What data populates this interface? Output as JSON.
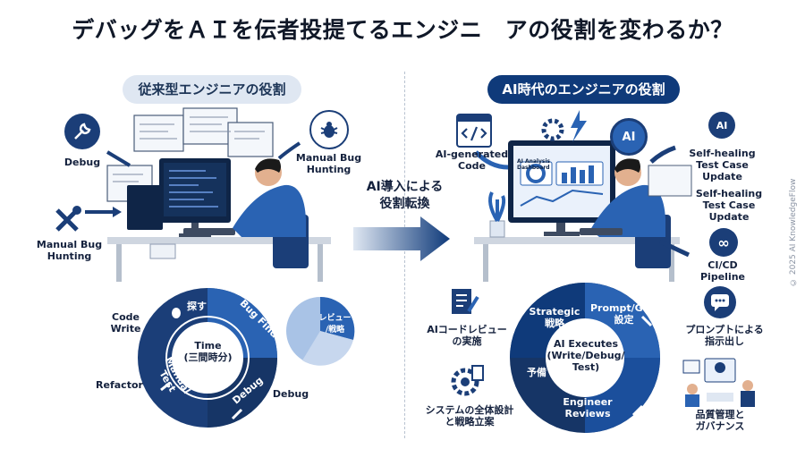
{
  "title": "デバッグをＡＩを伝者投提てるエンジニ　アの役割を変わるか？",
  "left_panel": {
    "header": "従来型エンジニアの役割",
    "labels": {
      "debug": "Debug",
      "manual_bug_hunting_right": "Manual Bug\nHunting",
      "manual_bug_hunting_left": "Manual Bug\nHunting"
    },
    "cycle": {
      "center": "Time\n(三間時分)",
      "segments": [
        "探す",
        "Bug Find",
        "Debug",
        "Manual Test"
      ],
      "outside": {
        "code_write": "Code\nWrite",
        "refactor": "Refactor",
        "debug": "Debug"
      },
      "pie_label": "レビュー\n/戦略"
    }
  },
  "transition": "AI導入による\n役割転換",
  "right_panel": {
    "header": "AI時代のエンジニアの役割",
    "labels": {
      "ai_generated_code": "AI-generated\nCode",
      "self_healing_1": "Self-healing\nTest Case Update",
      "self_healing_2": "Self-healing\nTest Case\nUpdate",
      "cicd": "CI/CD\nPipeline",
      "dashboard": "AI Analysis Dashboard",
      "ai_badge": "AI"
    },
    "cycle": {
      "center": "AI Executes\n(Write/Debug/\nTest)",
      "segments": [
        "Strategic\n戦略",
        "Prompt/Goal\n設定",
        "Engineer\nReviews",
        "予備"
      ],
      "outside": {
        "ai_review": "AIコードレビュー\nの実施",
        "system_design": "システムの全体設計\nと戦略立案",
        "prompt_instruction": "プロンプトによる\n指示出し",
        "quality": "品質管理と\nガバナンス"
      }
    }
  },
  "watermark": "© 2025 AI KnowledgeFlow",
  "colors": {
    "navy": "#0f3a7a",
    "blue": "#2a63b3",
    "light_blue": "#a9c3e6",
    "pale": "#dfe7f2"
  }
}
